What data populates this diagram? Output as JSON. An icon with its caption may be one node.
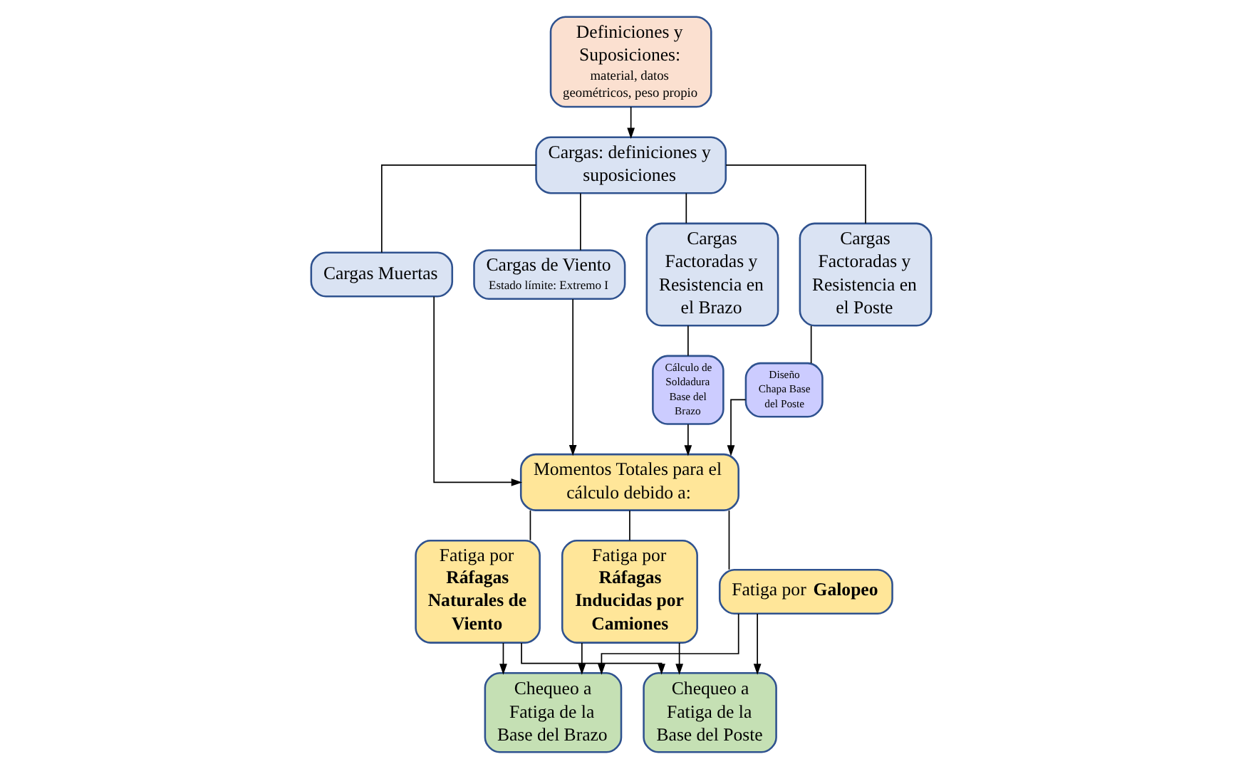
{
  "diagram": {
    "nodes": [
      {
        "text": [
          "Definiciones y Suposiciones:",
          "material, datos geométricos, peso propio"
        ]
      },
      {
        "text": [
          "Cargas: definiciones y suposiciones"
        ]
      },
      {
        "text": [
          "Cargas Muertas"
        ]
      },
      {
        "text": [
          "Cargas de Viento",
          "Estado límite: Extremo I"
        ]
      },
      {
        "text": [
          "Cargas Factoradas y Resistencia en el Brazo"
        ]
      },
      {
        "text": [
          "Cálculo de Soldadura Base del Brazo"
        ]
      },
      {
        "text": [
          "Cargas Factoradas y Resistencia en el Poste"
        ]
      },
      {
        "text": [
          "Diseño Chapa Base del Poste"
        ]
      },
      {
        "text": [
          "Momentos Totales para el cálculo debido a:"
        ]
      },
      {
        "text": [
          "Fatiga por **Ráfagas Naturales de Viento**"
        ]
      },
      {
        "text": [
          "Fatiga por **Ráfagas Inducidas por Camiones**"
        ]
      },
      {
        "text": [
          "Fatiga por **Galopeo**"
        ]
      },
      {
        "text": [
          "Chequeo a Fatiga de la Base del Brazo"
        ]
      },
      {
        "text": [
          "Chequeo a Fatiga de la Base del Poste"
        ]
      }
    ],
    "edges": [
      {
        "from": 0,
        "to": 1,
        "arrow": "to"
      },
      {
        "from": 1,
        "to": 2,
        "arrow": "none"
      },
      {
        "from": 1,
        "to": 3,
        "arrow": "none"
      },
      {
        "from": 1,
        "to": 4,
        "arrow": "none"
      },
      {
        "from": 1,
        "to": 6,
        "arrow": "none"
      },
      {
        "from": 4,
        "to": 5,
        "arrow": "none"
      },
      {
        "from": 6,
        "to": 7,
        "arrow": "none"
      },
      {
        "from": 2,
        "to": 8,
        "arrow": "to"
      },
      {
        "from": 3,
        "to": 8,
        "arrow": "to"
      },
      {
        "from": 5,
        "to": 8,
        "arrow": "to"
      },
      {
        "from": 7,
        "to": 8,
        "arrow": "to"
      },
      {
        "from": 8,
        "to": 9,
        "arrow": "none"
      },
      {
        "from": 8,
        "to": 10,
        "arrow": "none"
      },
      {
        "from": 8,
        "to": 11,
        "arrow": "none"
      },
      {
        "from": 9,
        "to": 12,
        "arrow": "to"
      },
      {
        "from": 10,
        "to": 12,
        "arrow": "to"
      },
      {
        "from": 11,
        "to": 12,
        "arrow": "to"
      },
      {
        "from": 9,
        "to": 13,
        "arrow": "to"
      },
      {
        "from": 10,
        "to": 13,
        "arrow": "to"
      },
      {
        "from": 11,
        "to": 13,
        "arrow": "to"
      }
    ]
  }
}
